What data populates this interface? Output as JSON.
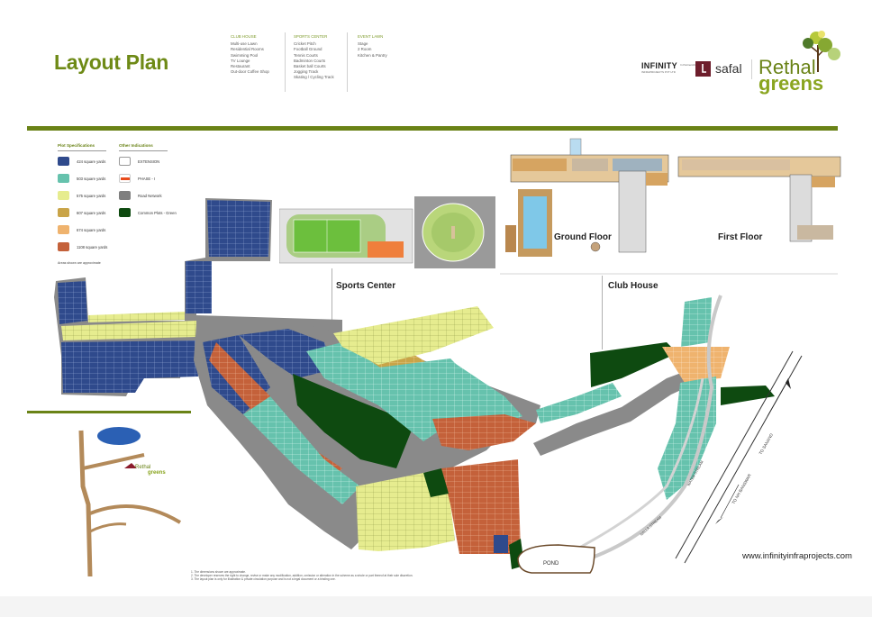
{
  "page": {
    "title": "Layout Plan",
    "website": "www.infinityinfraprojects.com"
  },
  "amenities": [
    {
      "heading": "CLUB HOUSE",
      "items": [
        "Multi-use Lawn",
        "Residential Rooms",
        "Swimming Pool",
        "TV Lounge",
        "Restaurant",
        "Out-door Coffee Shop"
      ]
    },
    {
      "heading": "SPORTS CENTER",
      "items": [
        "Cricket Pitch",
        "Football Ground",
        "Tennis Courts",
        "Badminton Courts",
        "Basket ball Courts",
        "Jogging Track",
        "Skating / Cycling Track"
      ]
    },
    {
      "heading": "EVENT LAWN",
      "items": [
        "Stage",
        "2 Room",
        "Kitchen & Pantry"
      ]
    }
  ],
  "brand": {
    "infinity": "INFINITY",
    "infinity_sub": "INFRAPROJECTS PVT LTD",
    "in_partnership": "In Partnership",
    "safal": "safal",
    "rethal": "Rethal",
    "greens": "greens"
  },
  "legend": {
    "plot_heading": "Plot Specifications",
    "other_heading": "Other Indications",
    "plots": [
      {
        "label": "424 square yards",
        "color": "#2f4a8c"
      },
      {
        "label": "503 square yards",
        "color": "#66c2ad"
      },
      {
        "label": "575 square yards",
        "color": "#e6ec8f"
      },
      {
        "label": "607 square yards",
        "color": "#c9a448"
      },
      {
        "label": "674 square yards",
        "color": "#efb36e"
      },
      {
        "label": "1108 square yards",
        "color": "#c4613a"
      }
    ],
    "others": [
      {
        "label": "EXTENSION",
        "color": "#ffffff"
      },
      {
        "label": "PHASE - I",
        "color": "#e84b1c"
      },
      {
        "label": "Road Network",
        "color": "#7f7f7f"
      },
      {
        "label": "Common Plots - Green",
        "color": "#0e4a10"
      }
    ],
    "note": "Areas shown are approximate"
  },
  "labels": {
    "sports_center": "Sports Center",
    "club_house": "Club House",
    "ground_floor": "Ground Floor",
    "first_floor": "First Floor",
    "pond": "POND",
    "nalla_stream": "NALLA STREAM",
    "water_stream": "WATER STREAM",
    "to_nh_banswar": "TO NH BANSWAR",
    "to_sanand": "TO SANAND"
  },
  "disclaimer": [
    "1.  The dimensions shown are approximate.",
    "2.  The developer reserves the right to change, revise or make any modification, addition, omission or alteration in the scheme as a whole or part thereof at their sole discretion.",
    "3.  The layout plan is only for illustration & private circulation purpose and is not a legal document or a binding one."
  ]
}
